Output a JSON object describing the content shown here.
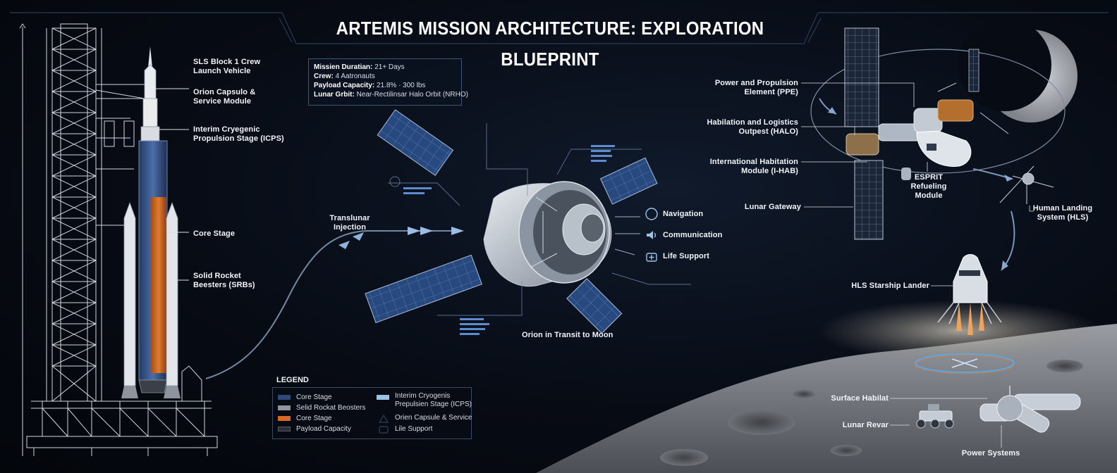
{
  "title": "ARTEMIS MISSION ARCHITECTURE: EXPLORATION BLUEPRINT",
  "mission_specs": [
    {
      "label": "Missien Duratian:",
      "value": "21+ Days"
    },
    {
      "label": "Crew:",
      "value": "4 Aatronauts"
    },
    {
      "label": "Payload Capacity:",
      "value": "21.8% · 300 lbs"
    },
    {
      "label": "Lunar Grbit:",
      "value": "Near-Rectilinsar Halo Orbit (NRHO)"
    }
  ],
  "rocket_labels": {
    "sls": [
      "SLS Block 1 Crew",
      "Launch Vehicle"
    ],
    "orion": [
      "Orion Capsulo &",
      "Service Module"
    ],
    "icps": [
      "Interim Cryegenic",
      "Propulsion Stage (ICPS)"
    ],
    "core": [
      "Core Stage"
    ],
    "srb": [
      "Solid Rocket",
      "Beesters (SRBs)"
    ]
  },
  "transit": {
    "tli": [
      "Translunar",
      "Injection"
    ],
    "orion_caption": "Orion in Transit to Moon",
    "systems": [
      "Navigation",
      "Communication",
      "Life Support"
    ]
  },
  "gateway_labels": {
    "ppe": [
      "Power and Propulsion",
      "Element (PPE)"
    ],
    "halo": [
      "Habilation and Logistics",
      "Outpest (HALO)"
    ],
    "ihab": [
      "International Habitation",
      "Module (I-HAB)"
    ],
    "gateway": [
      "Lunar Gateway"
    ],
    "esprit": [
      "ESPRIT",
      "Refueling",
      "Module"
    ],
    "hls": [
      "Human Landing",
      "System (HLS)"
    ]
  },
  "surface_labels": {
    "starship": "HLS Starship Lander",
    "habitat": "Surface Habilat",
    "rover": "Lunar Revar",
    "power": "Power Systems"
  },
  "legend": {
    "title": "LEGEND",
    "items": [
      {
        "label": "Core Stage",
        "color": "#2f4a7a"
      },
      {
        "label": "Selid Rockat Beosters",
        "color": "#8f939a"
      },
      {
        "label": "Core Stage",
        "color": "#d56a26"
      },
      {
        "label": "Payload Capacity",
        "color": "#2a2d33"
      },
      {
        "label": "Interim Cryogenis",
        "label2": "Prepulsien Stage (ICPS)",
        "color": "#9cc3e6"
      },
      {
        "label": "Orien Capsule & Service",
        "icon": "capsule-icon"
      },
      {
        "label": "Lile Support",
        "icon": "life-support-icon"
      }
    ]
  },
  "colors": {
    "background": "#05080f",
    "line": "#c9d2df",
    "accent_blue": "#6fa0d8",
    "orange": "#d56a26",
    "panel_blue": "#2b4f86"
  }
}
